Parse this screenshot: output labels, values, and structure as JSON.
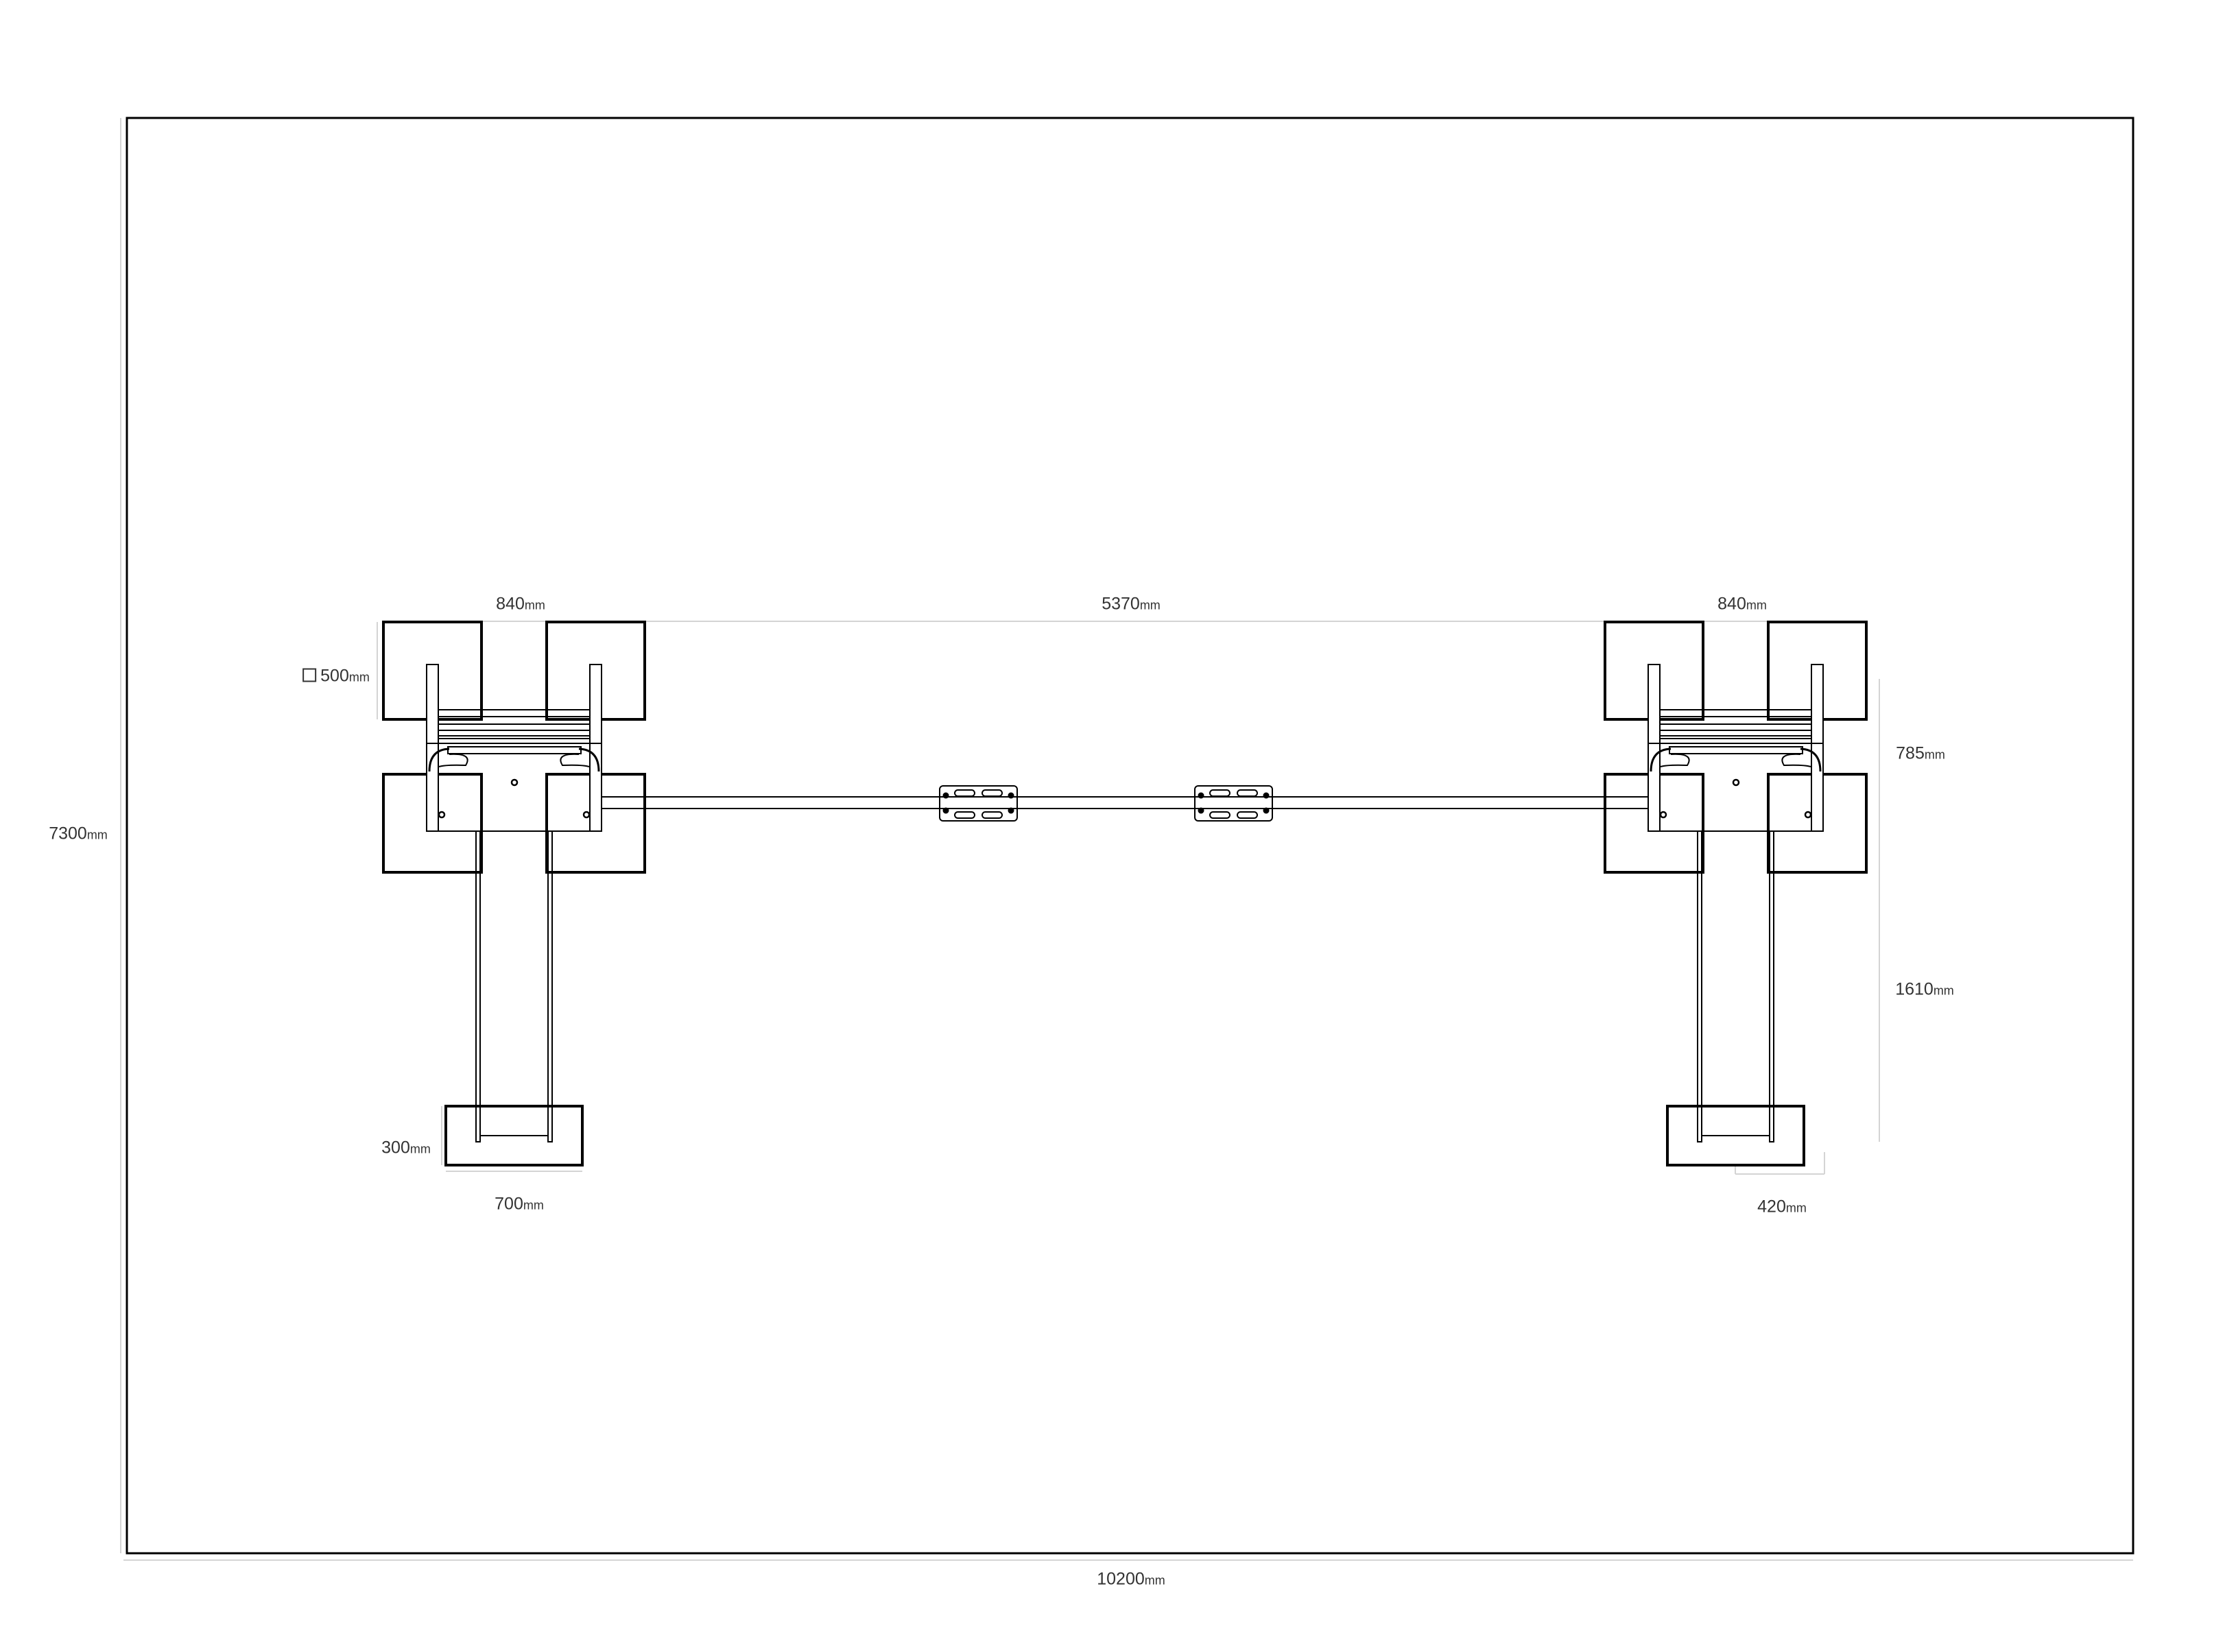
{
  "drawing": {
    "dimensions": {
      "module_width_left": {
        "value": "840",
        "unit": "mm"
      },
      "span_between": {
        "value": "5370",
        "unit": "mm"
      },
      "module_width_right": {
        "value": "840",
        "unit": "mm"
      },
      "pad_square": {
        "value": "500",
        "unit": "mm"
      },
      "depth_upper": {
        "value": "785",
        "unit": "mm"
      },
      "depth_lower": {
        "value": "1610",
        "unit": "mm"
      },
      "overall_height": {
        "value": "7300",
        "unit": "mm"
      },
      "footing_depth": {
        "value": "300",
        "unit": "mm"
      },
      "footing_width": {
        "value": "700",
        "unit": "mm"
      },
      "leg_spacing": {
        "value": "420",
        "unit": "mm"
      },
      "overall_width": {
        "value": "10200",
        "unit": "mm"
      }
    },
    "colors": {
      "line": "#000000",
      "dimension_line": "#d4d4d4",
      "text": "#333333"
    }
  }
}
